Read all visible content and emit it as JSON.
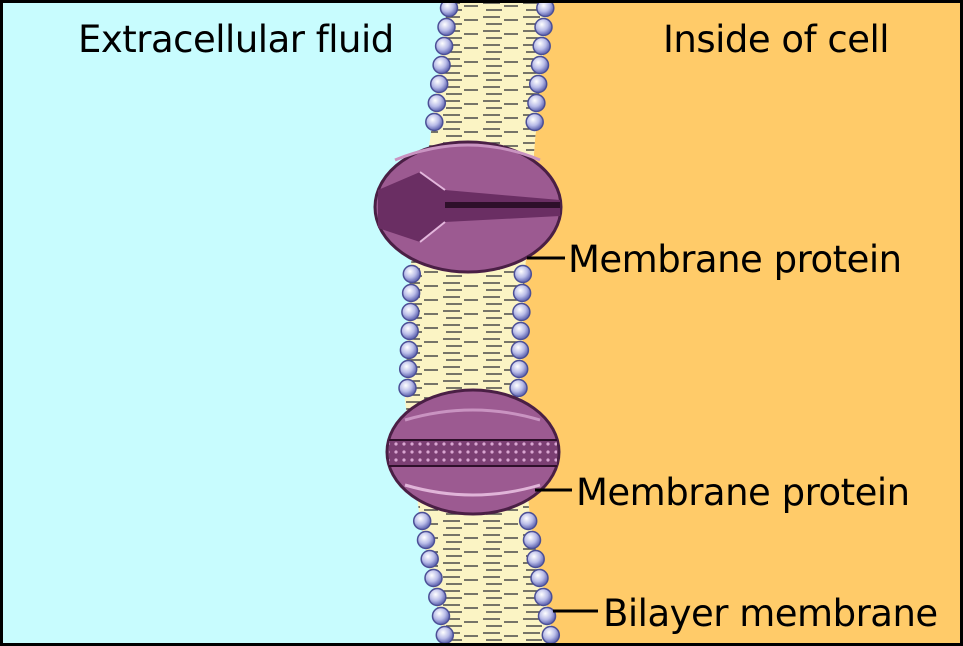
{
  "diagram": {
    "regions": {
      "left_label": "Extracellular fluid",
      "right_label": "Inside of cell"
    },
    "callouts": {
      "protein_top": "Membrane protein",
      "protein_bottom": "Membrane protein",
      "bilayer": "Bilayer membrane"
    },
    "colors": {
      "extracellular": "#c8fcfe",
      "cytoplasm": "#ffcb69",
      "lipid_tail": "#fbf4c4",
      "lipid_head": "#9a9fd8",
      "protein": "#9c5a91",
      "protein_dark": "#6a2e63",
      "border": "#000000"
    }
  }
}
